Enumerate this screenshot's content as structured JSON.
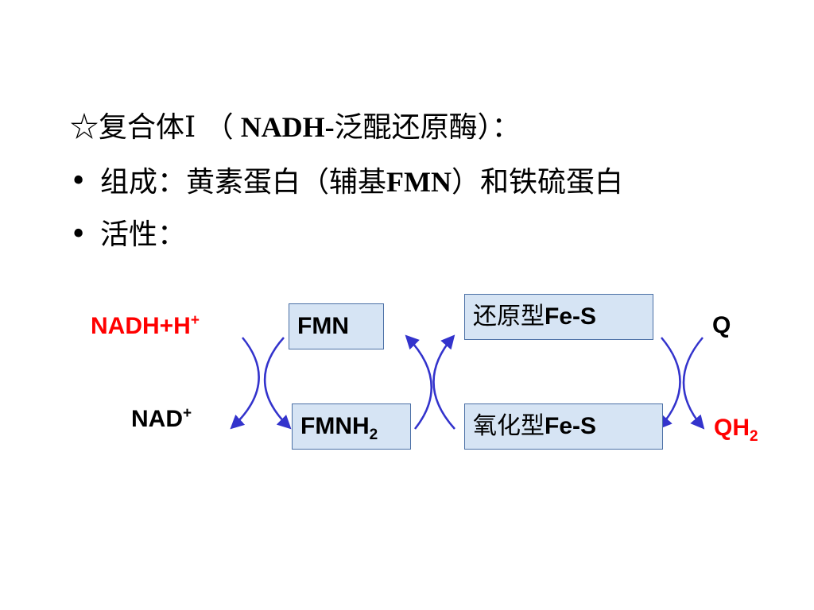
{
  "title": {
    "star": "☆",
    "prefix": "复合体Ⅰ （",
    "enzyme": " NADH-",
    "suffix": "泛醌还原酶）："
  },
  "bullets": [
    {
      "bullet": "•",
      "text_a": "组成：黄素蛋白（辅基",
      "text_b": "FMN",
      "text_c": "）和铁硫蛋白"
    },
    {
      "bullet": "•",
      "text_a": "活性：",
      "text_b": "",
      "text_c": ""
    }
  ],
  "diagram": {
    "nadh": "NADH+H",
    "nadh_sup": "+",
    "nad": "NAD",
    "nad_sup": "+",
    "fmn": "FMN",
    "fmnh2": "FMNH",
    "fmnh2_sub": "2",
    "fes_red_zh": "还原型",
    "fes_red": "Fe-S",
    "fes_ox_zh": "氧化型",
    "fes_ox": "Fe-S",
    "q": "Q",
    "qh2": "QH",
    "qh2_sub": "2",
    "colors": {
      "red": "#ff0000",
      "arrow": "#3333cc",
      "box_fill": "#d6e4f4"
    }
  }
}
